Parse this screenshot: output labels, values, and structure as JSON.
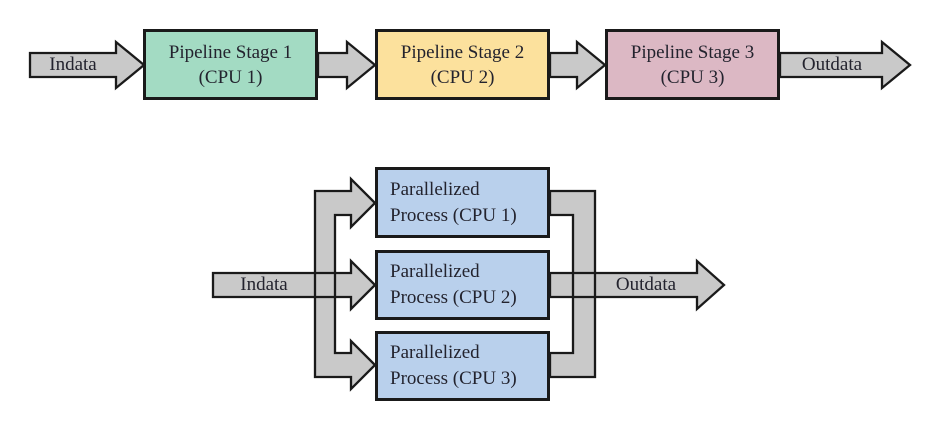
{
  "colors": {
    "arrow_fill": "#c9c9c9",
    "outline": "#1a1a1a",
    "stage1_fill": "#a3dbc3",
    "stage2_fill": "#fce19d",
    "stage3_fill": "#dcb8c4",
    "process_fill": "#b9d0ec",
    "text_color": "#23232e",
    "background": "#ffffff"
  },
  "pipeline_diagram": {
    "input_label": "Indata",
    "output_label": "Outdata",
    "stages": [
      {
        "line1": "Pipeline Stage 1",
        "line2": "(CPU 1)"
      },
      {
        "line1": "Pipeline Stage 2",
        "line2": "(CPU 2)"
      },
      {
        "line1": "Pipeline Stage 3",
        "line2": "(CPU 3)"
      }
    ]
  },
  "parallel_diagram": {
    "input_label": "Indata",
    "output_label": "Outdata",
    "processes": [
      {
        "line1": "Parallelized",
        "line2": "Process (CPU 1)"
      },
      {
        "line1": "Parallelized",
        "line2": "Process (CPU 2)"
      },
      {
        "line1": "Parallelized",
        "line2": "Process (CPU 3)"
      }
    ]
  }
}
